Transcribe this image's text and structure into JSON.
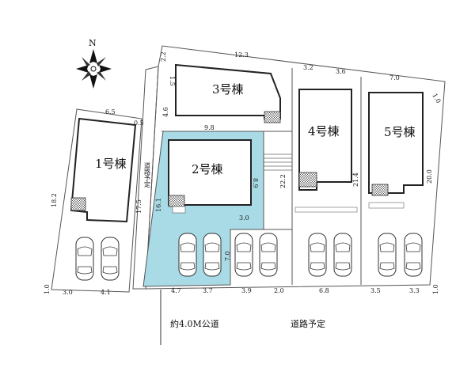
{
  "compass": {
    "north_label": "N"
  },
  "buildings": [
    {
      "id": "1",
      "label": "1号棟"
    },
    {
      "id": "2",
      "label": "2号棟"
    },
    {
      "id": "3",
      "label": "3号棟"
    },
    {
      "id": "4",
      "label": "4号棟"
    },
    {
      "id": "5",
      "label": "5号棟"
    }
  ],
  "road": {
    "public_road": "約4.0M公道",
    "planned_road": "道路予定",
    "side_road": "道路予定"
  },
  "dimensions": {
    "top_12_3": "12.3",
    "top_3_2": "3.2",
    "top_3_6": "3.6",
    "top_7_0": "7.0",
    "right_1_0_top": "1.0",
    "right_20_0": "20.0",
    "right_1_0_bottom": "1.0",
    "left_2_2": "2.2",
    "left_1_5": "1.5",
    "left_4_6": "4.6",
    "lot1_6_5": "6.5",
    "lot1_0_5": "0.5",
    "lot1_18_2": "18.2",
    "lot1_17_5": "17.5",
    "lot1_1_0": "1.0",
    "lot1_3_0": "3.0",
    "lot1_4_1": "4.1",
    "lot2_9_8": "9.8",
    "lot2_8_9": "8.9",
    "lot2_16_1": "16.1",
    "lot2_3_0": "3.0",
    "lot2_7_0": "7.0",
    "lot2_4_7": "4.7",
    "lot2_3_7": "3.7",
    "lot3_3_9": "3.9",
    "lot3_2_0": "2.0",
    "lot4_22_2": "22.2",
    "lot4_21_4": "21.4",
    "lot4_6_8": "6.8",
    "lot5_3_5": "3.5",
    "lot5_3_3": "3.3"
  }
}
